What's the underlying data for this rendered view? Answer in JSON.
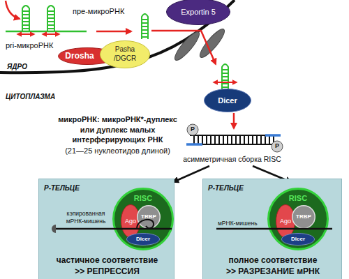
{
  "diagram": {
    "nodes": [
      {
        "text": [
          "Exportin 5"
        ]
      },
      {
        "text": [
          "Drosha"
        ]
      },
      {
        "text": [
          "Pasha /DGCR"
        ]
      },
      {
        "text": [
          "Dicer"
        ]
      },
      {
        "text": [
          "Р-ТЕЛЬЦЕ",
          "частичное соответствие >> РЕПРЕССИЯ"
        ]
      },
      {
        "text": [
          "RISC"
        ],
        "in": 4
      },
      {
        "text": [
          "Ago"
        ],
        "in": 5
      },
      {
        "text": [
          "TRBP"
        ],
        "in": 5
      },
      {
        "text": [
          "Dicer"
        ],
        "in": 5
      },
      {
        "text": [
          "Р-ТЕЛЬЦЕ",
          "полное соответствие >> РАЗРЕЗАНИЕ мРНК"
        ]
      },
      {
        "text": [
          "RISC"
        ],
        "in": 9
      },
      {
        "text": [
          "Ago"
        ],
        "in": 10
      },
      {
        "text": [
          "TRBP"
        ],
        "in": 10
      },
      {
        "text": [
          "Dicer"
        ],
        "in": 10
      }
    ],
    "labels": [
      "pri-микроРНК",
      "пре-микроРНК",
      "ЯДРО",
      "ЦИТОПЛАЗМА",
      "микроРНК: микроРНК*-дуплекс или дуплекс малых интерферирующих РНК",
      "(21—25 нуклеотидов длиной)",
      "P",
      "P",
      "асимметричная сборка RISC",
      "кэпированная мРНК-мишень",
      "мРНК-мишень"
    ]
  }
}
